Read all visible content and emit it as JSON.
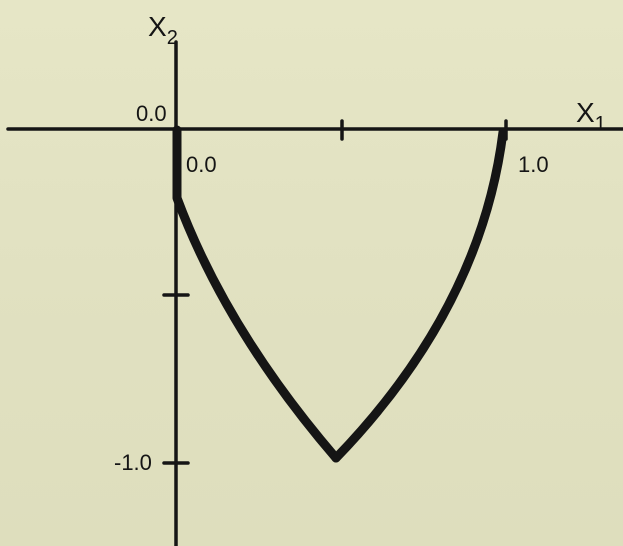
{
  "axes": {
    "x_label": "X",
    "x_label_sub": "1",
    "y_label": "X",
    "y_label_sub": "2"
  },
  "tick_labels": {
    "origin_upper": "0.0",
    "origin_lower": "0.0",
    "x_one": "1.0",
    "y_minus_one": "-1.0"
  },
  "colors": {
    "background": "#e3e3c3",
    "ink": "#151515"
  }
}
